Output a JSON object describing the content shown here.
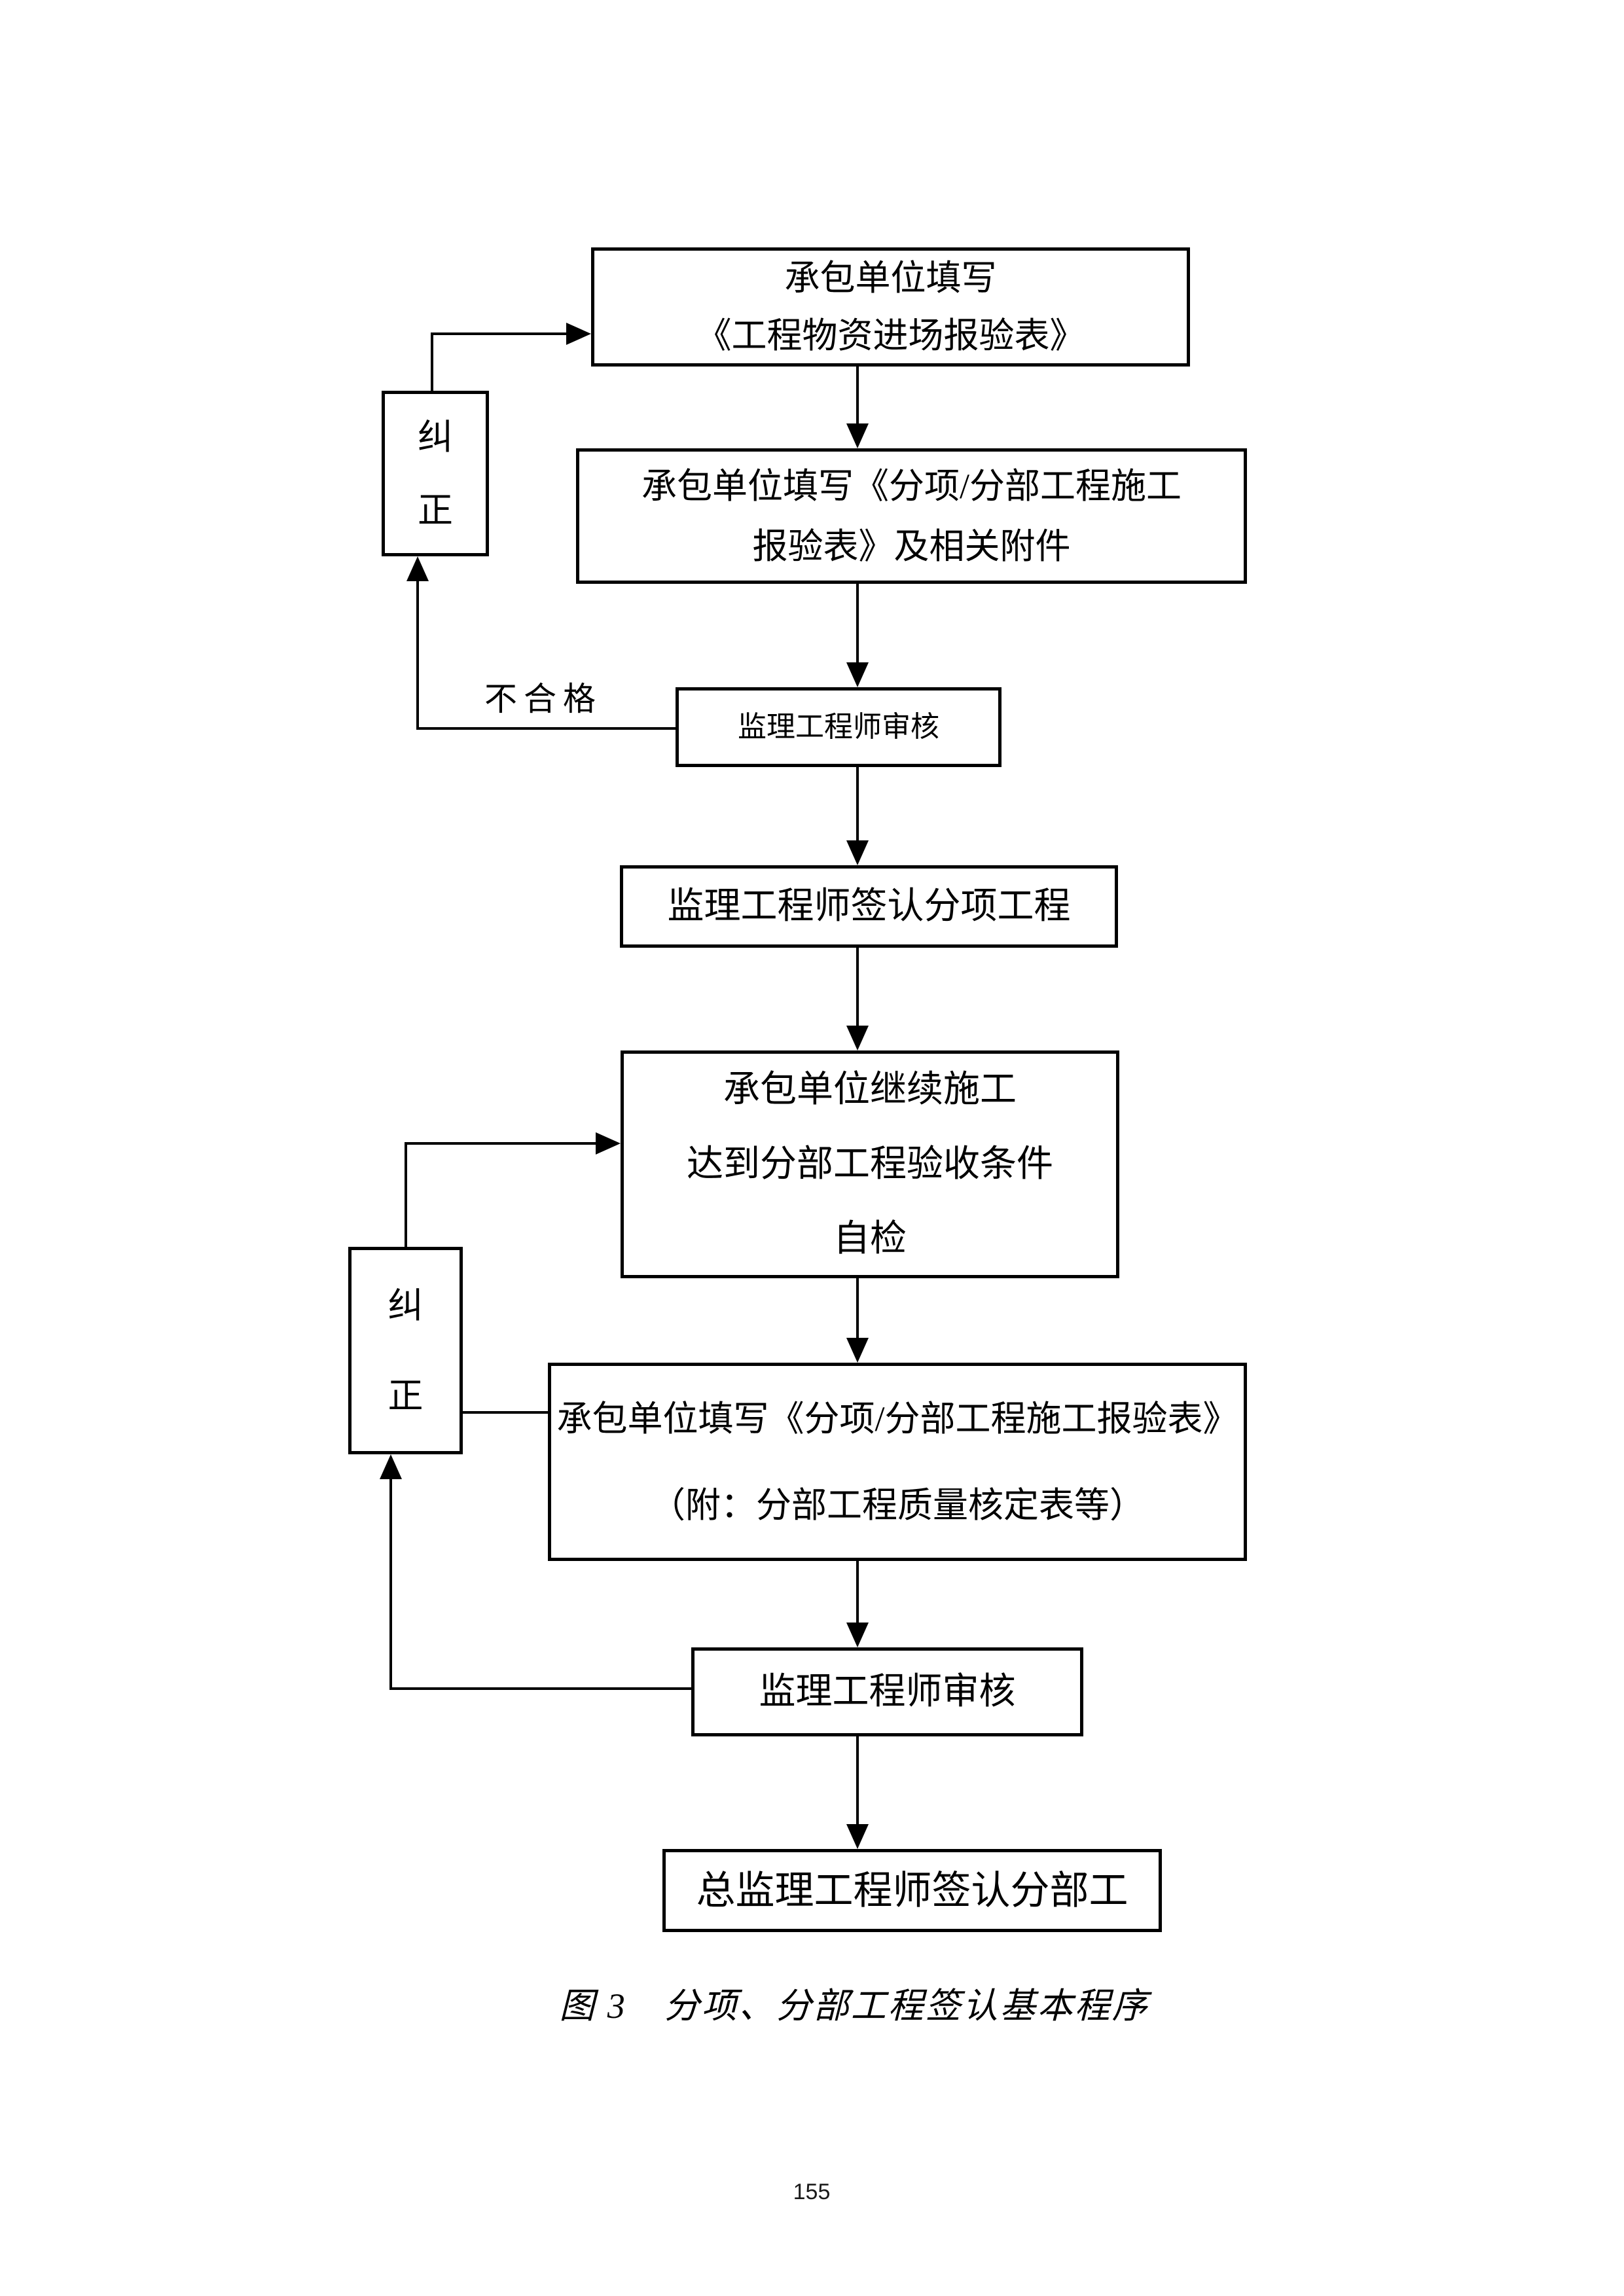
{
  "flow": {
    "box1": [
      "承包单位填写",
      "《工程物资进场报验表》"
    ],
    "box2": [
      "承包单位填写《分项/分部工程施工",
      "报验表》及相关附件"
    ],
    "box3": [
      "监理工程师审核"
    ],
    "box4": [
      "监理工程师签认分项工程"
    ],
    "box5": [
      "承包单位继续施工",
      "达到分部工程验收条件",
      "自检"
    ],
    "box6": [
      "承包单位填写《分项/分部工程施工报验表》",
      "（附：分部工程质量核定表等）"
    ],
    "box7": [
      "监理工程师审核"
    ],
    "box8": [
      "总监理工程师签认分部工"
    ],
    "correction1": [
      "纠",
      "正"
    ],
    "correction2": [
      "纠",
      "正"
    ],
    "fail_label": "不合格"
  },
  "caption": "图 3　分项、分部工程签认基本程序",
  "page_number": "155",
  "colors": {
    "line": "#000000",
    "background": "#ffffff",
    "page_number": "#1a1a1a"
  }
}
